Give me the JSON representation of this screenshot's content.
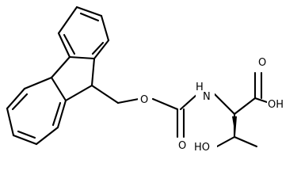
{
  "molecule": {
    "labels": {
      "O_ester": "O",
      "O_carbonyl": "O",
      "N_amide": "N",
      "N_hydrogen": "H",
      "O_acid": "O",
      "OH_acid": "OH",
      "OH_side": "HO"
    }
  }
}
